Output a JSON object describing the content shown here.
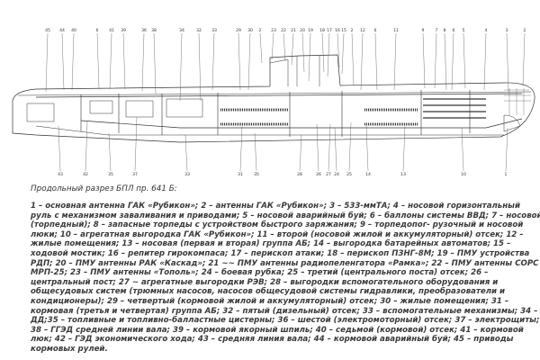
{
  "diagram": {
    "top_labels": [
      "45",
      "44",
      "40",
      "6",
      "41",
      "39",
      "36",
      "38",
      "34",
      "32",
      "33",
      "29",
      "30",
      "2",
      "23",
      "22",
      "21",
      "20",
      "19",
      "18",
      "17",
      "16",
      "15",
      "2",
      "12",
      "6",
      "11",
      "9",
      "7",
      "8",
      "6",
      "5",
      "4",
      "3",
      "2"
    ],
    "bottom_labels": [
      "43",
      "42",
      "35",
      "37",
      "33",
      "31",
      "35",
      "28",
      "26",
      "27",
      "24",
      "25",
      "14",
      "13",
      "10",
      "1"
    ]
  },
  "caption": {
    "title": "Продольный разрез БПЛ пр. 641 Б:",
    "lines": [
      "1 – основная антенна ГАК «Рубикон»; 2 – антенны ГАК «Рубикон»; 3 – 533-ммТА; 4 – носовой горизонтальный",
      "руль с механизмом заваливания и приводами; 5 – носовой аварийный буй; 6 – баллоны системы ВВД; 7 – носовой",
      "(торпедный); 8 – запасные торпеды с устройством быстрого заряжания; 9 – торпедопог- рузочный и носовой",
      "люки; 10 – агрегатная выгородка ГАК «Рубикон»; 11 – второй (носовой жилой и аккумуляторный) отсек; 12 –",
      "жилые помещения; 13 – носовая (первая и вторая) группа АБ; 14 – выгородка батарейных автоматов; 15 –",
      "ходовой мостик; 16 – репитер гирокомпаса; 17 – перископ атаки; 18 – перископ ПЗНГ-8М; 19 – ПМУ устройства",
      "РДП; 20 – ПМУ антенны РАК «Каскад»; 21 ~~ ПМУ антенны радиопеленгатора «Рамка»; 22 – ПМУ антенны СОРС",
      "МРП-25; 23 – ПМУ антенны «Тополь»; 24 – боевая рубка; 25 – третий (центрального поста) отсек; 26 –",
      "центральный пост; 27 ~ агрегатные выгородки РЭВ; 28 – выгородки вспомогательного оборудования и",
      "общесудовых систем (трюмных насосов, насосов общесудовой системы гидравлики, преобразователи и",
      "кондиционеры); 29 – четвертый (кормовой жилой и аккумуляторный) отсек; 30 – жилые помещения; 31 –",
      "кормовая (третья и четвертая) группа АБ; 32 – пятый (дизельный) отсек; 33 – вспомогательные механизмы; 34 –",
      "ДД;35 – топливные и топливно-балластные цистерны; 36 – шестой (электромоторный) отсек; 37 – электрощиты;",
      "38 – ГГЭД средней линии вала; 39 – кормовой якорный шпиль; 40 – седьмой (кормовой) отсек; 41 – кормовой",
      "люк; 42 – ГЭД экономического хода; 43 – средняя линия вала; 44 – кормовой аварийный буй; 45 – приводы",
      "кормовых рулей."
    ]
  }
}
